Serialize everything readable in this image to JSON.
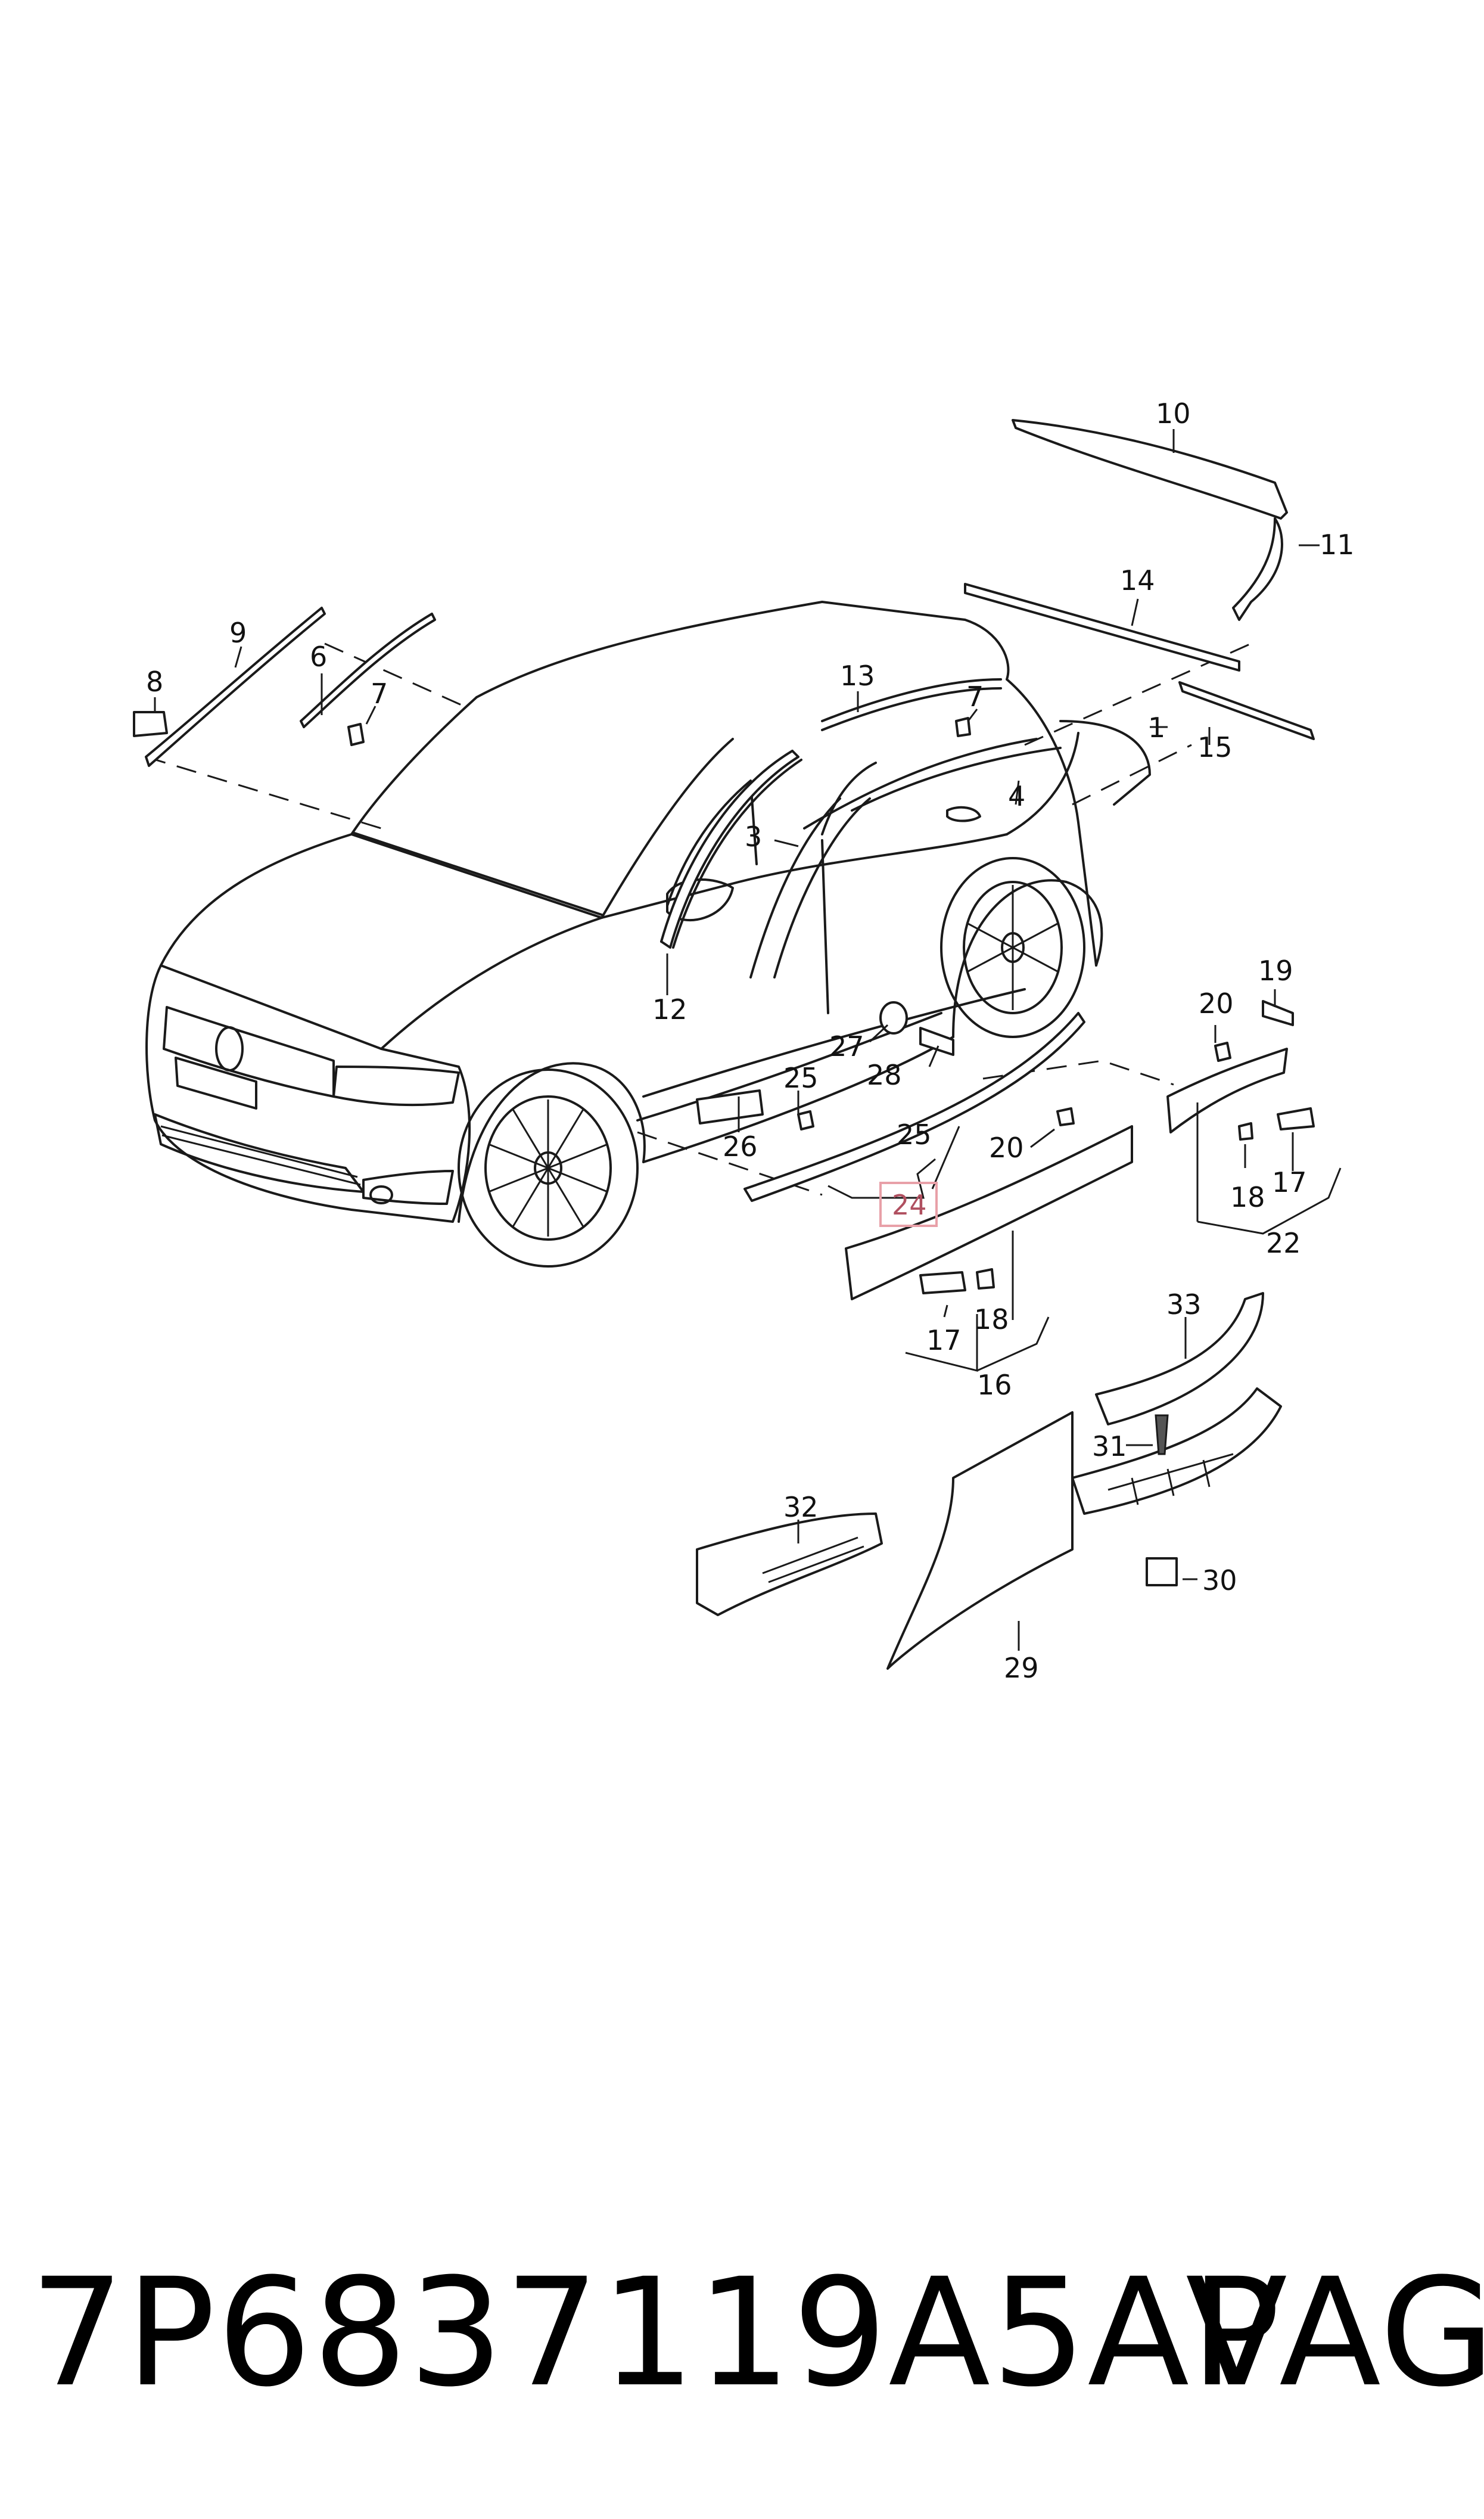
{
  "diagram": {
    "callouts": [
      "1",
      "3",
      "4",
      "6",
      "7",
      "7",
      "8",
      "9",
      "10",
      "11",
      "12",
      "13",
      "14",
      "15",
      "16",
      "17",
      "17",
      "18",
      "18",
      "19",
      "20",
      "20",
      "22",
      "24",
      "25",
      "25",
      "26",
      "27",
      "28",
      "29",
      "30",
      "31",
      "32",
      "33"
    ],
    "highlighted_callout": "24",
    "highlight_color": "#e8a0a8"
  },
  "footer": {
    "part_number": "7P6837119A5AP",
    "brand": "VAG"
  }
}
